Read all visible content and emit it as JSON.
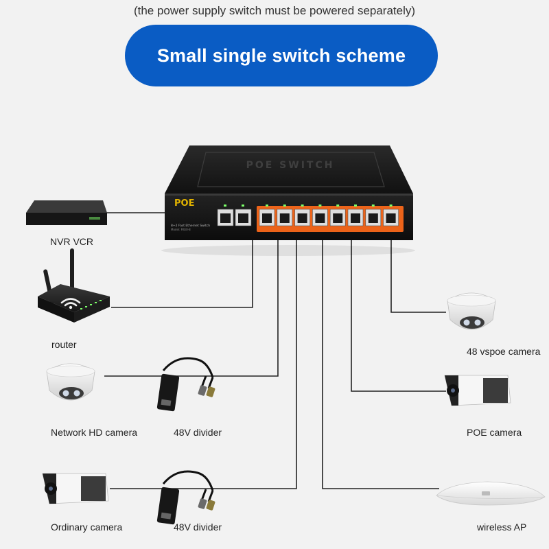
{
  "header": {
    "note": "(the power supply switch must be powered separately)",
    "title": "Small single switch scheme"
  },
  "switch": {
    "brand": "POE",
    "lid_text": "POE SWITCH",
    "model_line1": "8+2 Fast Ethernet Switch",
    "model_line2": "Model: FKE0-8",
    "uplink_ports": 2,
    "poe_ports": 8,
    "accent_color": "#ff6a1a",
    "body_color": "#1c1c1c"
  },
  "devices": {
    "nvr": {
      "label": "NVR VCR",
      "icon": "nvr-box-icon"
    },
    "router": {
      "label": "router",
      "icon": "wifi-router-icon"
    },
    "network_hd_camera": {
      "label": "Network HD camera",
      "icon": "dome-camera-icon"
    },
    "divider_1": {
      "label": "48V divider",
      "icon": "poe-splitter-icon"
    },
    "ordinary_camera": {
      "label": "Ordinary camera",
      "icon": "bullet-camera-icon"
    },
    "divider_2": {
      "label": "48V divider",
      "icon": "poe-splitter-icon"
    },
    "vspoe_camera": {
      "label": "48 vspoe camera",
      "icon": "dome-camera-icon"
    },
    "poe_camera": {
      "label": "POE camera",
      "icon": "bullet-camera-icon"
    },
    "wireless_ap": {
      "label": "wireless AP",
      "icon": "ceiling-ap-icon"
    }
  },
  "colors": {
    "banner": "#0a5cc4",
    "line": "#222222",
    "led": "#7dff6a"
  }
}
